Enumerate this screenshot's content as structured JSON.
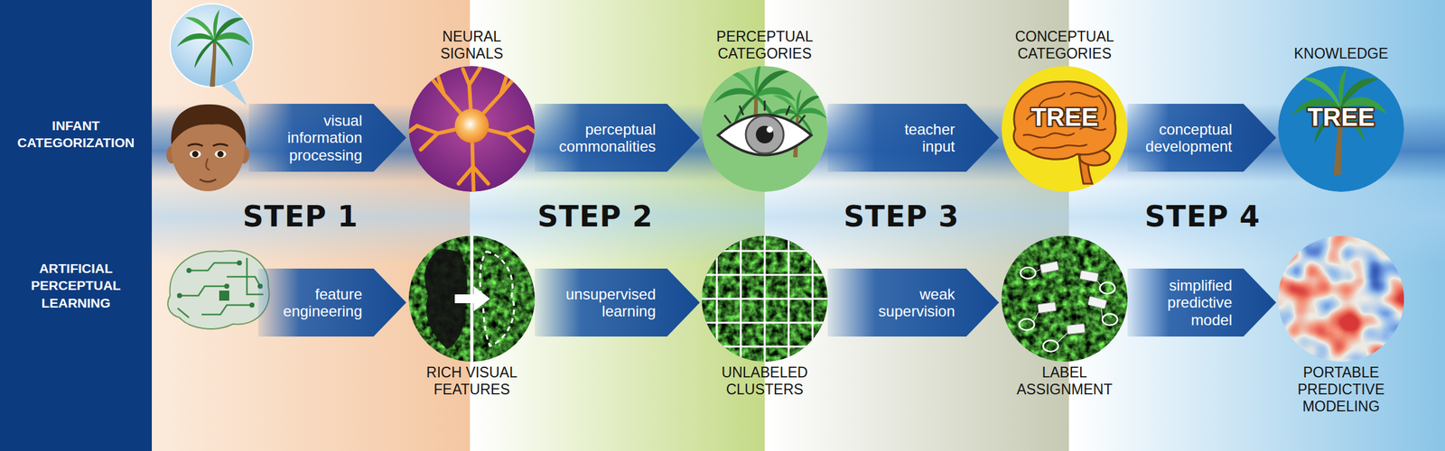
{
  "diagram": {
    "nodes": [
      {
        "text": [
          "INFANT CATEGORIZATION",
          "ARTIFICIAL PERCEPTUAL LEARNING"
        ]
      },
      {
        "text": [
          "visual information processing"
        ]
      },
      {
        "text": [
          "NEURAL SIGNALS"
        ]
      },
      {
        "text": [
          "perceptual commonalities"
        ]
      },
      {
        "text": [
          "PERCEPTUAL CATEGORIES"
        ]
      },
      {
        "text": [
          "teacher input"
        ]
      },
      {
        "text": [
          "CONCEPTUAL CATEGORIES",
          "TREE"
        ]
      },
      {
        "text": [
          "conceptual development"
        ]
      },
      {
        "text": [
          "KNOWLEDGE",
          "TREE"
        ]
      },
      {
        "text": [
          "feature engineering"
        ]
      },
      {
        "text": [
          "RICH VISUAL FEATURES"
        ]
      },
      {
        "text": [
          "unsupervised learning"
        ]
      },
      {
        "text": [
          "UNLABELED CLUSTERS"
        ]
      },
      {
        "text": [
          "weak supervision"
        ]
      },
      {
        "text": [
          "LABEL ASSIGNMENT"
        ]
      },
      {
        "text": [
          "simplified predictive model"
        ]
      },
      {
        "text": [
          "PORTABLE PREDICTIVE MODELING"
        ]
      }
    ],
    "labels": [
      "STEP 1",
      "STEP 2",
      "STEP 3",
      "STEP 4"
    ]
  }
}
